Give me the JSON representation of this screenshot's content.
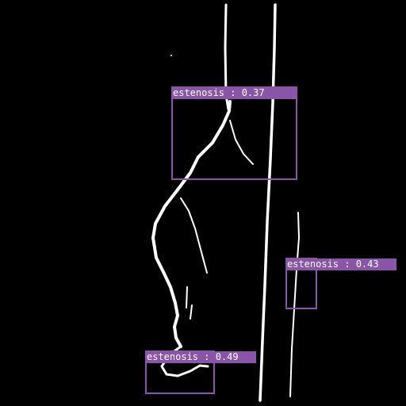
{
  "image": {
    "background_color": "#000000",
    "vessel_color": "#ffffff",
    "box_color": "#8a54a8",
    "label_text_color": "#ffffff"
  },
  "detections": [
    {
      "label": "estenosis : 0.37",
      "class": "estenosis",
      "score": 0.37
    },
    {
      "label": "estenosis : 0.43",
      "class": "estenosis",
      "score": 0.43
    },
    {
      "label": "estenosis : 0.49",
      "class": "estenosis",
      "score": 0.49
    }
  ]
}
